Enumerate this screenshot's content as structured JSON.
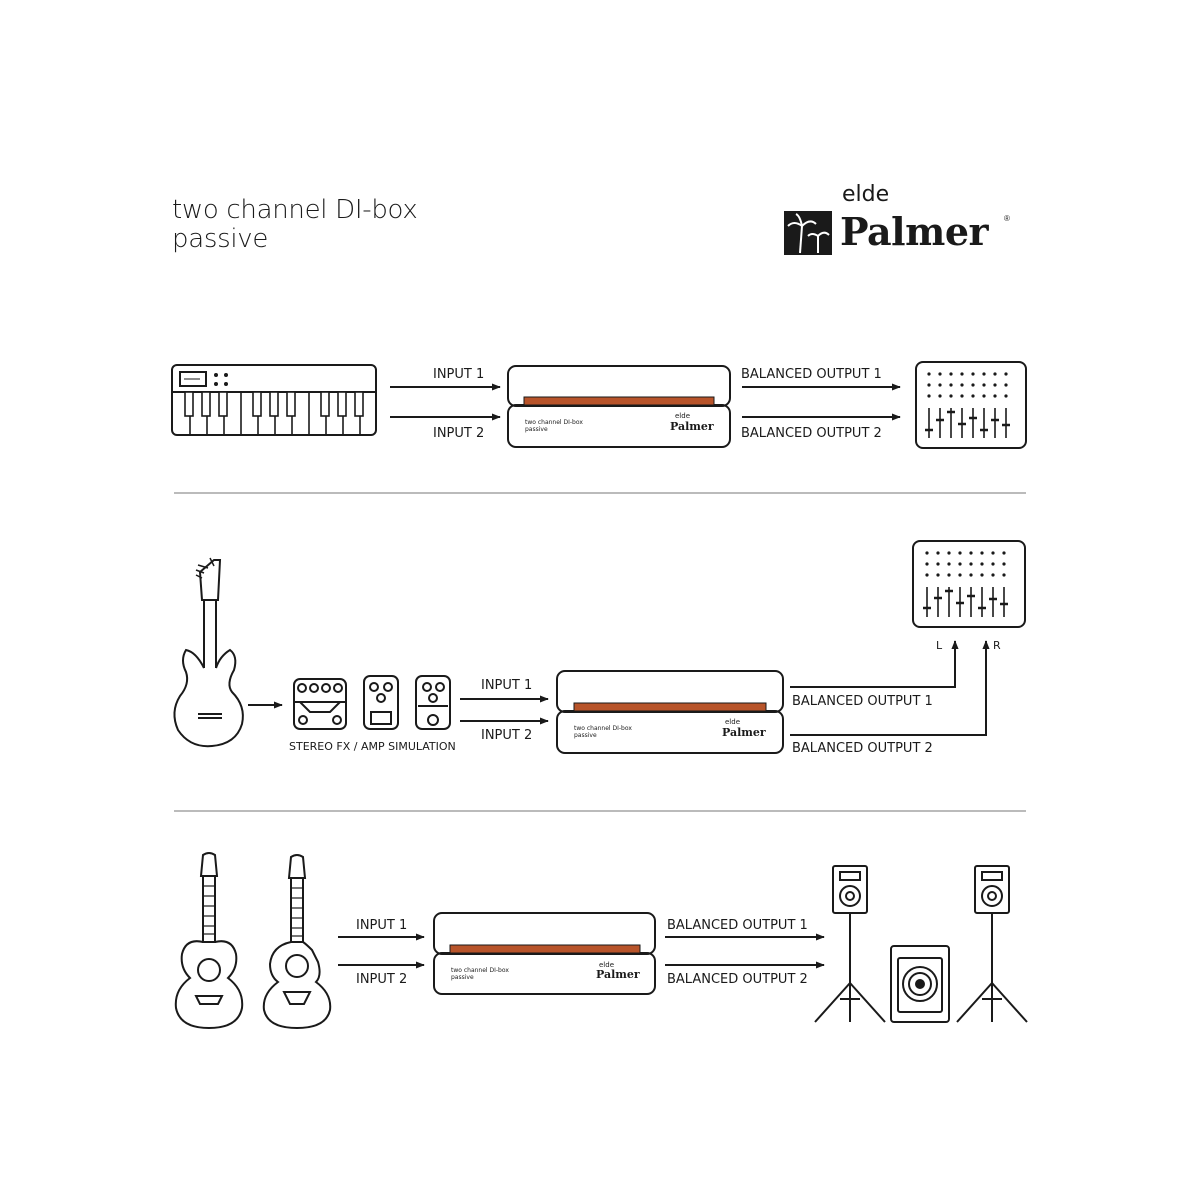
{
  "title": {
    "line1": "two channel DI-box",
    "line2": "passive"
  },
  "brand": {
    "top": "elde",
    "main": "Palmer",
    "reg": "®"
  },
  "device": {
    "line1": "two channel DI-box",
    "line2": "passive",
    "brand_top": "elde",
    "brand_main": "Palmer"
  },
  "accent_color": "#b8542a",
  "rows": [
    {
      "input1": "INPUT 1",
      "input2": "INPUT 2",
      "output1": "BALANCED OUTPUT 1",
      "output2": "BALANCED OUTPUT 2"
    },
    {
      "input1": "INPUT 1",
      "input2": "INPUT 2",
      "output1": "BALANCED OUTPUT 1",
      "output2": "BALANCED OUTPUT 2",
      "fx_label": "STEREO FX / AMP SIMULATION",
      "left": "L",
      "right": "R"
    },
    {
      "input1": "INPUT 1",
      "input2": "INPUT 2",
      "output1": "BALANCED OUTPUT 1",
      "output2": "BALANCED OUTPUT 2"
    }
  ],
  "icons": [
    "keyboard-icon",
    "mixer-icon",
    "electric-guitar-icon",
    "effects-pedal-icon",
    "acoustic-guitar-icon",
    "speaker-on-stand-icon",
    "subwoofer-icon",
    "palm-tree-icon"
  ]
}
